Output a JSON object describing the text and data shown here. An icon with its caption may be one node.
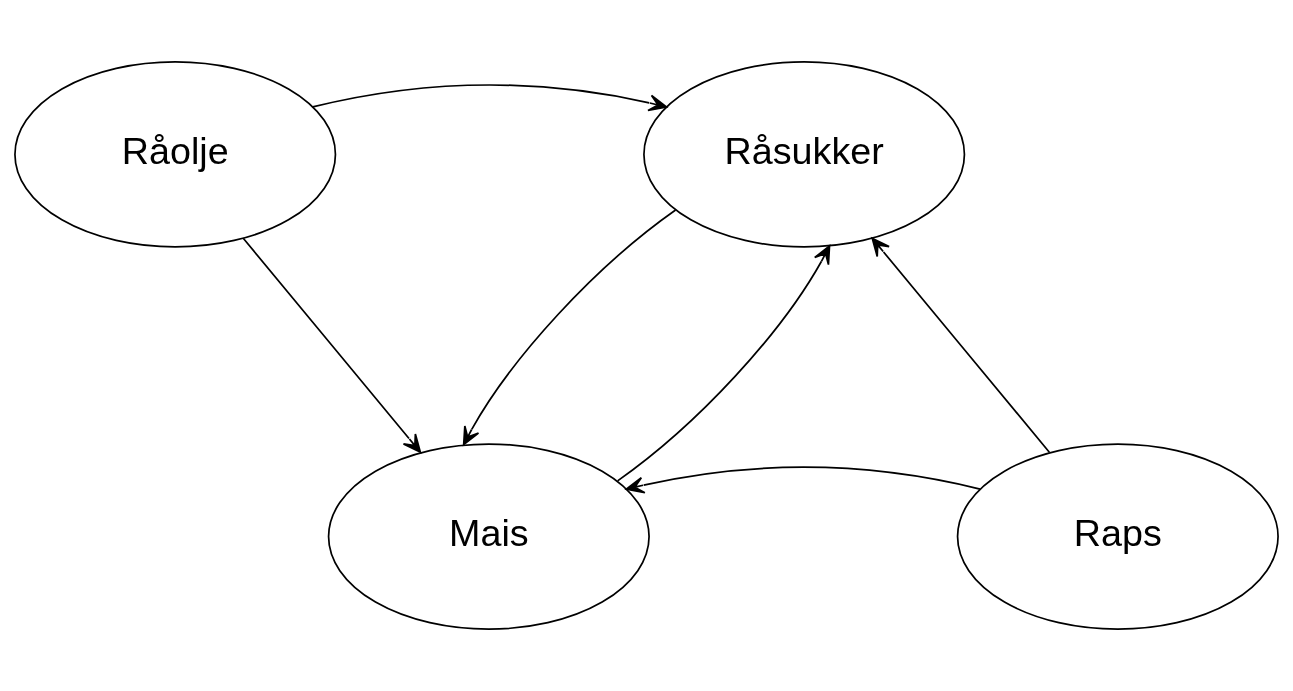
{
  "diagram": {
    "nodes": [
      {
        "text": [
          "Råolje"
        ]
      },
      {
        "text": [
          "Råsukker"
        ]
      },
      {
        "text": [
          "Mais"
        ]
      },
      {
        "text": [
          "Raps"
        ]
      }
    ],
    "edges": [
      {
        "from": 0,
        "to": 1,
        "arrow": "to"
      },
      {
        "from": 0,
        "to": 2,
        "arrow": "to"
      },
      {
        "from": 2,
        "to": 1,
        "arrow": "to"
      },
      {
        "from": 1,
        "to": 2,
        "arrow": "to"
      },
      {
        "from": 3,
        "to": 1,
        "arrow": "to"
      },
      {
        "from": 3,
        "to": 2,
        "arrow": "to"
      }
    ]
  }
}
